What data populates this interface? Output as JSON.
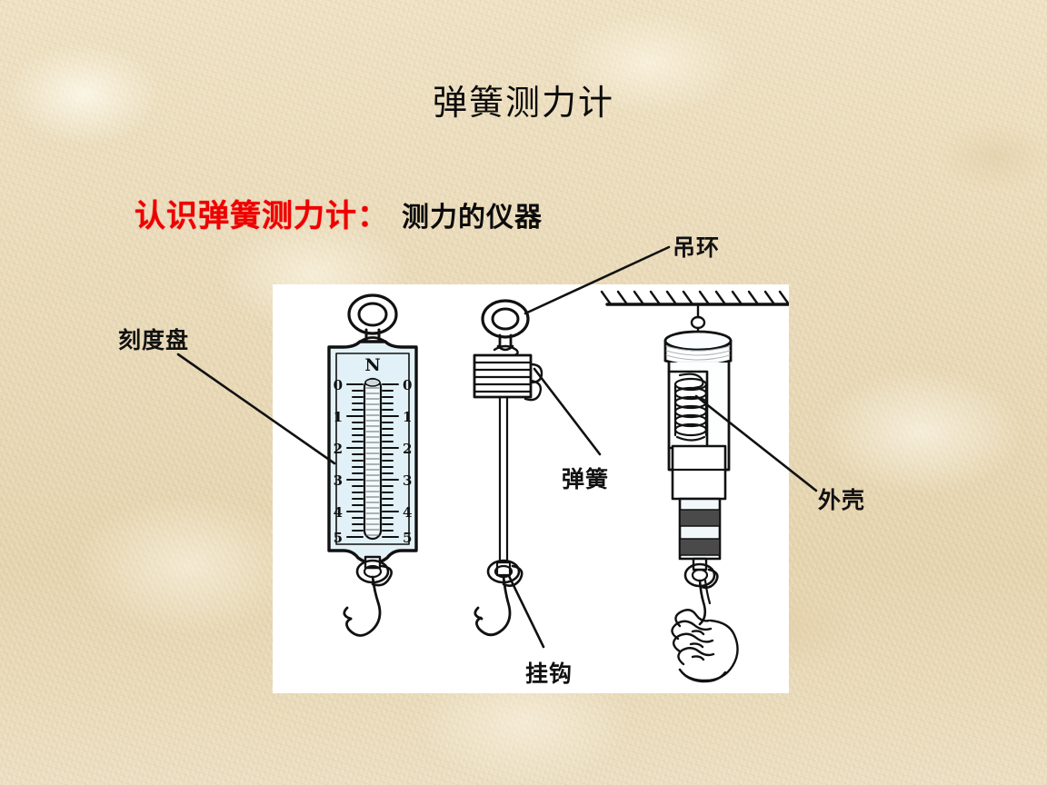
{
  "slide": {
    "title": "弹簧测力计",
    "background_color": "#e8d9b8"
  },
  "subtitle": {
    "red_text": "认识弹簧测力计：",
    "red_color": "#ef0000",
    "black_text": "测力的仪器"
  },
  "panel": {
    "background_color": "#ffffff",
    "description": "spring-scale-diagram"
  },
  "labels": {
    "dial": "刻度盘",
    "ring": "吊环",
    "spring": "弹簧",
    "case": "外壳",
    "hook": "挂钩"
  },
  "gauge": {
    "unit": "N",
    "left_ticks": [
      "0",
      "1",
      "2",
      "3",
      "4",
      "5"
    ],
    "right_ticks": [
      "0",
      "1",
      "2",
      "3",
      "4",
      "5"
    ],
    "face_color": "#e3f2f7"
  }
}
